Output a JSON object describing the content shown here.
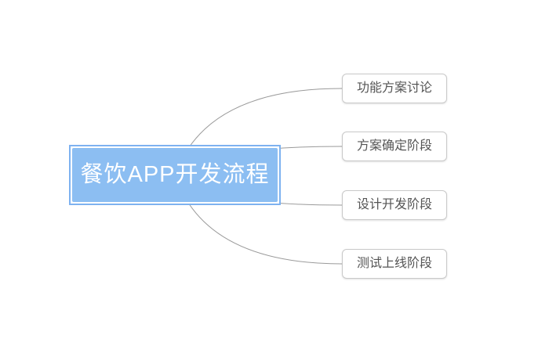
{
  "diagram": {
    "root_node": {
      "label": "餐饮APP开发流程"
    },
    "child_nodes": [
      {
        "label": "功能方案讨论"
      },
      {
        "label": "方案确定阶段"
      },
      {
        "label": "设计开发阶段"
      },
      {
        "label": "测试上线阶段"
      }
    ],
    "colors": {
      "background": "#FFFFFF",
      "root_fill": "#8CBEF2",
      "root_border": "#7EB2F0",
      "root_text": "#FFFFFF",
      "child_fill": "#FFFFFF",
      "child_border": "#C9C9C9",
      "child_text": "#555555",
      "connector": "#9A9A9A"
    }
  }
}
